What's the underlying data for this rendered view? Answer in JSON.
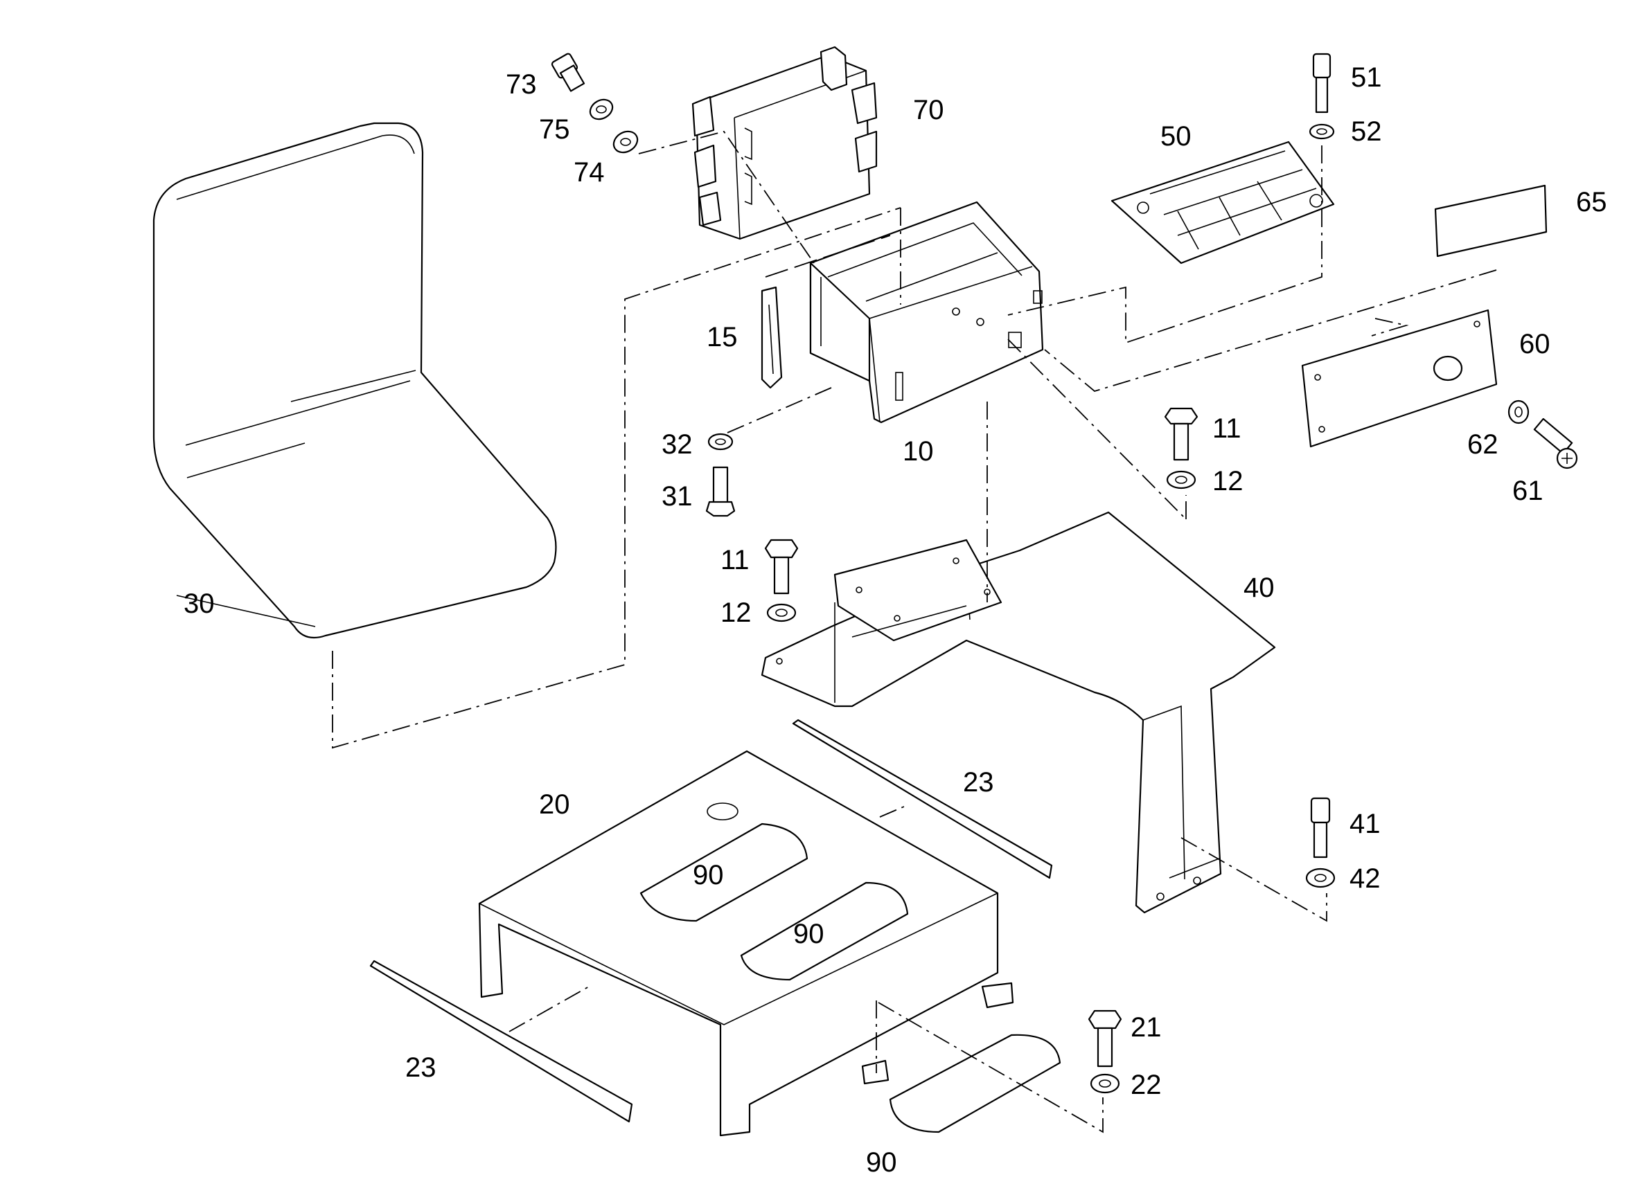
{
  "callouts": {
    "c73": "73",
    "c75": "75",
    "c74": "74",
    "c70": "70",
    "c51": "51",
    "c52": "52",
    "c50": "50",
    "c65": "65",
    "c15": "15",
    "c60": "60",
    "c32": "32",
    "c10": "10",
    "c11a": "11",
    "c12a": "12",
    "c62": "62",
    "c61": "61",
    "c31": "31",
    "c11b": "11",
    "c12b": "12",
    "c30": "30",
    "c40": "40",
    "c23a": "23",
    "c20": "20",
    "c90a": "90",
    "c41": "41",
    "c42": "42",
    "c90b": "90",
    "c21": "21",
    "c22": "22",
    "c23b": "23",
    "c90c": "90"
  }
}
